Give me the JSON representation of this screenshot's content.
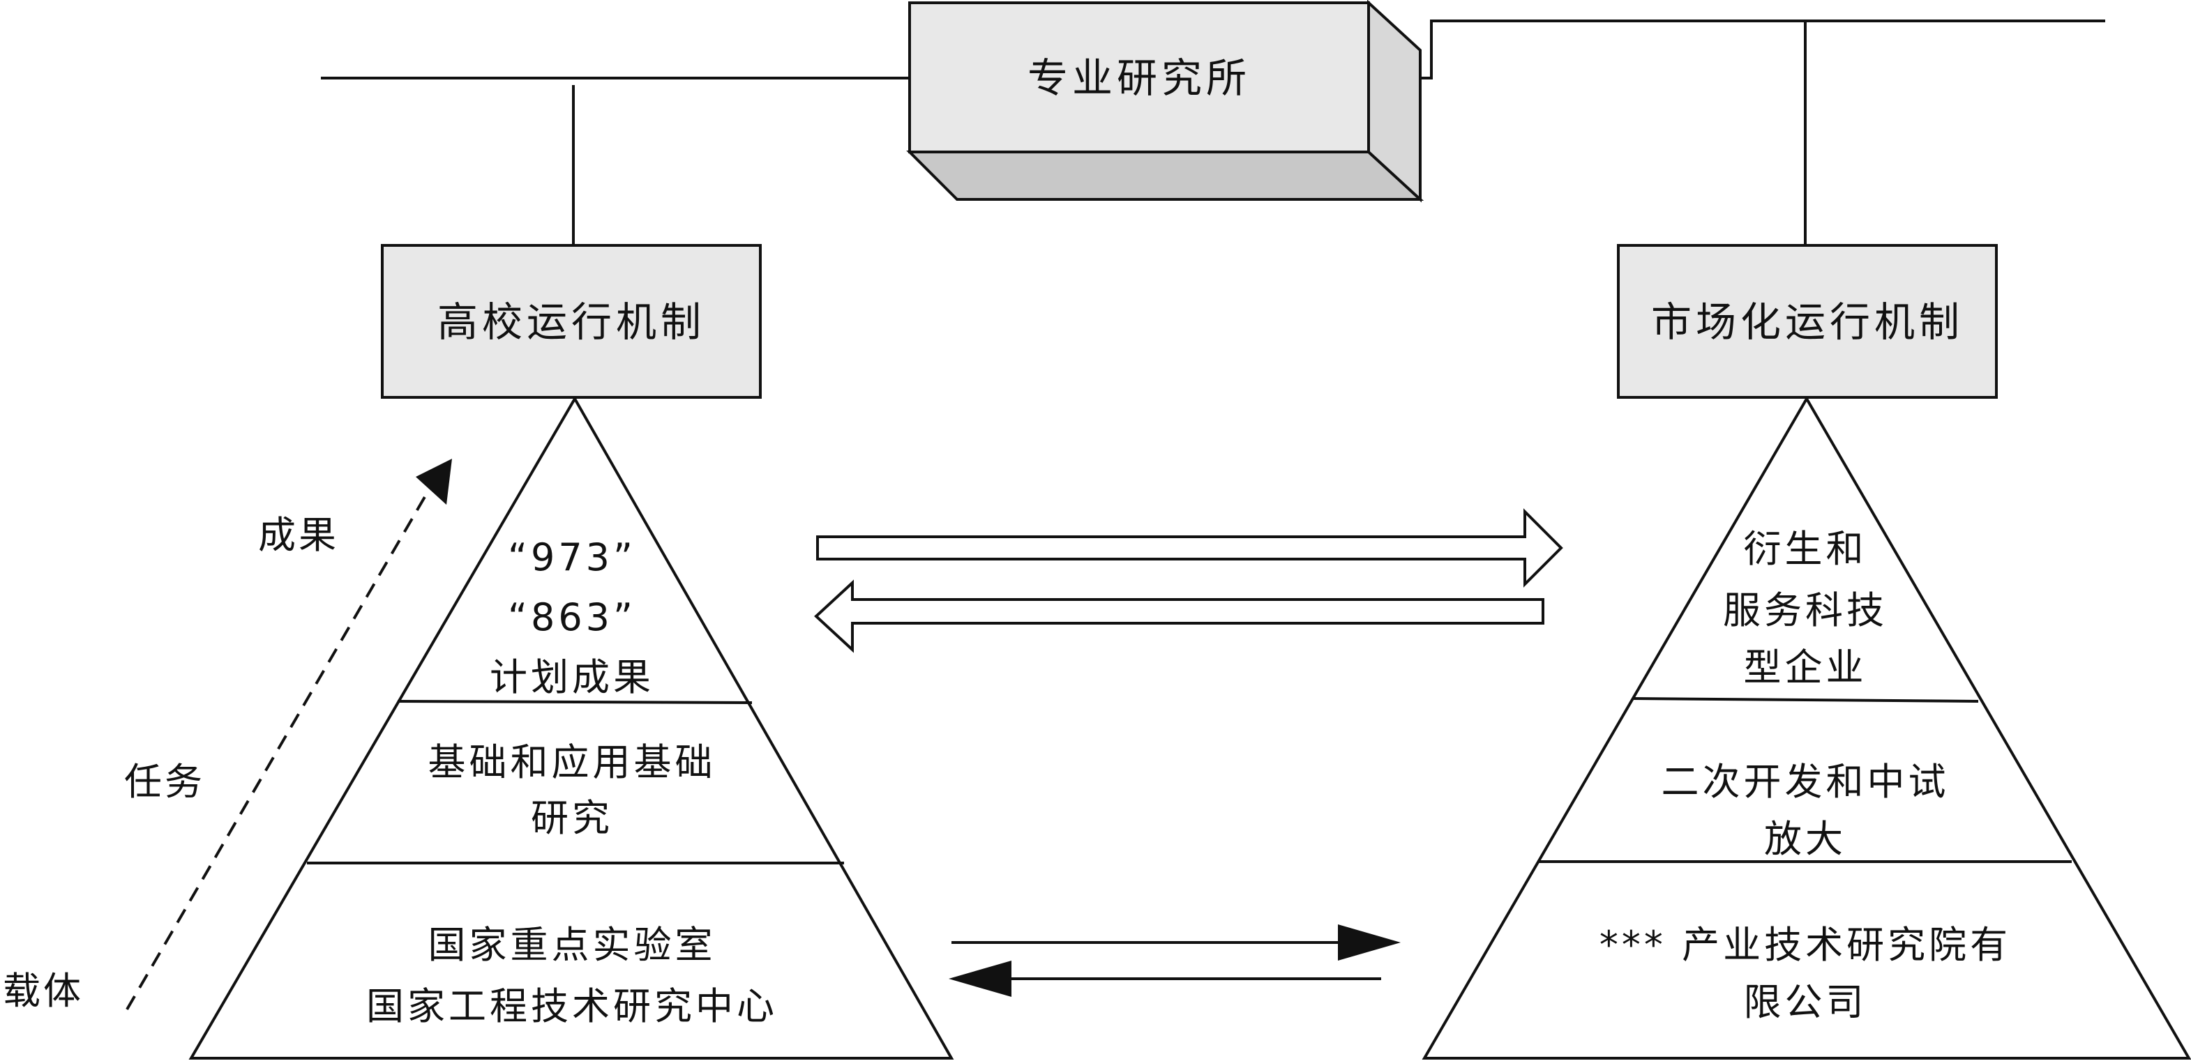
{
  "boxes": {
    "institute": "专业研究所",
    "university": "高校运行机制",
    "market": "市场化运行机制"
  },
  "left_pyramid": {
    "top": [
      "“973”",
      "“863”",
      "计划成果"
    ],
    "middle": [
      "基础和应用基础",
      "研究"
    ],
    "bottom": [
      "国家重点实验室",
      "国家工程技术研究中心"
    ]
  },
  "right_pyramid": {
    "top": [
      "衍生和",
      "服务科技",
      "型企业"
    ],
    "middle": [
      "二次开发和中试",
      "放大"
    ],
    "bottom": [
      "*** 产业技术研究院有",
      "限公司"
    ]
  },
  "side_labels": {
    "results": "成果",
    "tasks": "任务",
    "carrier": "载体"
  },
  "colors": {
    "box_fill": "#e8e8e8",
    "box_side": "#c8c8c8",
    "stroke": "#111111"
  }
}
